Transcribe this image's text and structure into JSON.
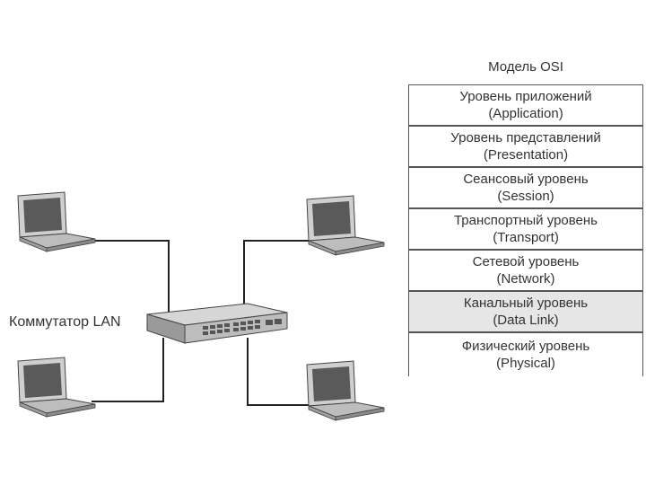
{
  "switch": {
    "label": "Коммутатор LAN"
  },
  "osi": {
    "title": "Модель OSI",
    "layers": [
      {
        "name": "Уровень приложений",
        "en": "(Application)",
        "highlight": false
      },
      {
        "name": "Уровень представлений",
        "en": "(Presentation)",
        "highlight": false
      },
      {
        "name": "Сеансовый уровень",
        "en": "(Session)",
        "highlight": false
      },
      {
        "name": "Транспортный уровень",
        "en": "(Transport)",
        "highlight": false
      },
      {
        "name": "Сетевой уровень",
        "en": "(Network)",
        "highlight": false
      },
      {
        "name": "Канальный уровень",
        "en": "(Data Link)",
        "highlight": true
      },
      {
        "name": "Физический уровень",
        "en": "(Physical)",
        "highlight": false
      }
    ]
  },
  "colors": {
    "line": "#222222",
    "device_dark": "#5a5a5a",
    "device_light": "#cfcfcf",
    "highlight_bg": "#e6e6e6"
  }
}
